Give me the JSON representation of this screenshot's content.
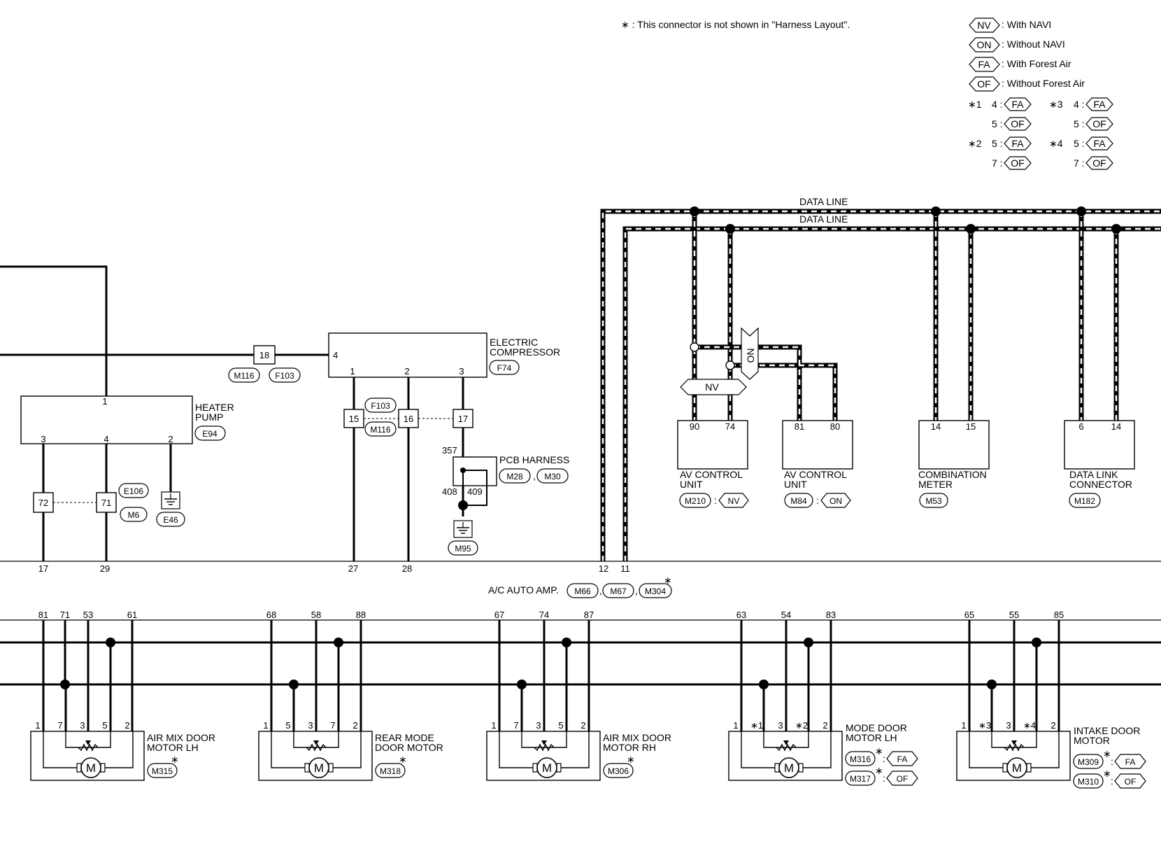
{
  "note": "∗ : This connector is not shown in \"Harness Layout\".",
  "legend": [
    {
      "code": "NV",
      "text": ": With NAVI"
    },
    {
      "code": "ON",
      "text": ": Without NAVI"
    },
    {
      "code": "FA",
      "text": ": With Forest Air"
    },
    {
      "code": "OF",
      "text": ": Without Forest Air"
    }
  ],
  "star_notes": [
    {
      "mark": "∗1",
      "rows": [
        {
          "pin": "4 :",
          "code": "FA"
        },
        {
          "pin": "5 :",
          "code": "OF"
        }
      ]
    },
    {
      "mark": "∗3",
      "rows": [
        {
          "pin": "4 :",
          "code": "FA"
        },
        {
          "pin": "5 :",
          "code": "OF"
        }
      ]
    },
    {
      "mark": "∗2",
      "rows": [
        {
          "pin": "5 :",
          "code": "FA"
        },
        {
          "pin": "7 :",
          "code": "OF"
        }
      ]
    },
    {
      "mark": "∗4",
      "rows": [
        {
          "pin": "5 :",
          "code": "FA"
        },
        {
          "pin": "7 :",
          "code": "OF"
        }
      ]
    }
  ],
  "data_line_labels": [
    "DATA LINE",
    "DATA LINE"
  ],
  "heater_pump": {
    "name": [
      "HEATER",
      "PUMP"
    ],
    "connector": "E94",
    "pins_top": [
      "1"
    ],
    "pins_bottom": [
      "3",
      "4",
      "2"
    ]
  },
  "junction_18": {
    "number": "18",
    "connectors": [
      "M116",
      "F103"
    ]
  },
  "electric_compressor": {
    "name": [
      "ELECTRIC",
      "COMPRESSOR"
    ],
    "connector": "F74",
    "pin_left": "4",
    "pins_bottom": [
      "1",
      "2",
      "3"
    ]
  },
  "junction_15_16_17": {
    "numbers": [
      "15",
      "16",
      "17"
    ],
    "connectors": [
      "F103",
      "M116"
    ]
  },
  "junction_72_71": {
    "numbers": [
      "72",
      "71"
    ],
    "connectors": [
      "E106",
      "M6"
    ]
  },
  "ground_e46": "E46",
  "pcb_harness": {
    "name": "PCB HARNESS",
    "connectors": [
      "M28",
      "M30"
    ],
    "pins": [
      "357",
      "408",
      "409"
    ]
  },
  "ground_m95": "M95",
  "av_control_nv": {
    "name": [
      "AV CONTROL",
      "UNIT"
    ],
    "connector": "M210",
    "variant": "NV",
    "pins": [
      "90",
      "74"
    ]
  },
  "av_control_on": {
    "name": [
      "AV CONTROL",
      "UNIT"
    ],
    "connector": "M84",
    "variant": "ON",
    "pins": [
      "81",
      "80"
    ]
  },
  "combination_meter": {
    "name": [
      "COMBINATION",
      "METER"
    ],
    "connector": "M53",
    "pins": [
      "14",
      "15"
    ]
  },
  "data_link": {
    "name": [
      "DATA LINK",
      "CONNECTOR"
    ],
    "connector": "M182",
    "pins": [
      "6",
      "14"
    ]
  },
  "tags": {
    "nv": "NV",
    "on": "ON"
  },
  "amp": {
    "label": "A/C AUTO AMP.",
    "connectors": [
      "M66",
      "M67",
      "M304"
    ],
    "star": "∗",
    "sep": ","
  },
  "amp_top_pins": [
    "17",
    "29",
    "27",
    "28",
    "12",
    "11"
  ],
  "motors": [
    {
      "name": [
        "AIR MIX DOOR",
        "MOTOR LH"
      ],
      "connector": "M315",
      "amp_pins": [
        "81",
        "71",
        "53",
        "61"
      ],
      "pins": [
        "1",
        "7",
        "3",
        "5",
        "2"
      ],
      "variants": []
    },
    {
      "name": [
        "REAR MODE",
        "DOOR MOTOR"
      ],
      "connector": "M318",
      "amp_pins": [
        "68",
        "58",
        "88"
      ],
      "pins": [
        "1",
        "5",
        "3",
        "7",
        "2"
      ],
      "variants": []
    },
    {
      "name": [
        "AIR MIX DOOR",
        "MOTOR RH"
      ],
      "connector": "M306",
      "amp_pins": [
        "67",
        "74",
        "87"
      ],
      "pins": [
        "1",
        "7",
        "3",
        "5",
        "2"
      ],
      "variants": []
    },
    {
      "name": [
        "MODE DOOR",
        "MOTOR LH"
      ],
      "connector": "",
      "amp_pins": [
        "63",
        "54",
        "83"
      ],
      "pins": [
        "1",
        "∗1",
        "3",
        "∗2",
        "2"
      ],
      "variants": [
        {
          "connector": "M316",
          "code": "FA"
        },
        {
          "connector": "M317",
          "code": "OF"
        }
      ]
    },
    {
      "name": [
        "INTAKE DOOR",
        "MOTOR"
      ],
      "connector": "",
      "amp_pins": [
        "65",
        "55",
        "85"
      ],
      "pins": [
        "1",
        "∗3",
        "3",
        "∗4",
        "2"
      ],
      "variants": [
        {
          "connector": "M309",
          "code": "FA"
        },
        {
          "connector": "M310",
          "code": "OF"
        }
      ]
    }
  ],
  "motor_symbol": "M",
  "star": "∗",
  "colon": ":"
}
